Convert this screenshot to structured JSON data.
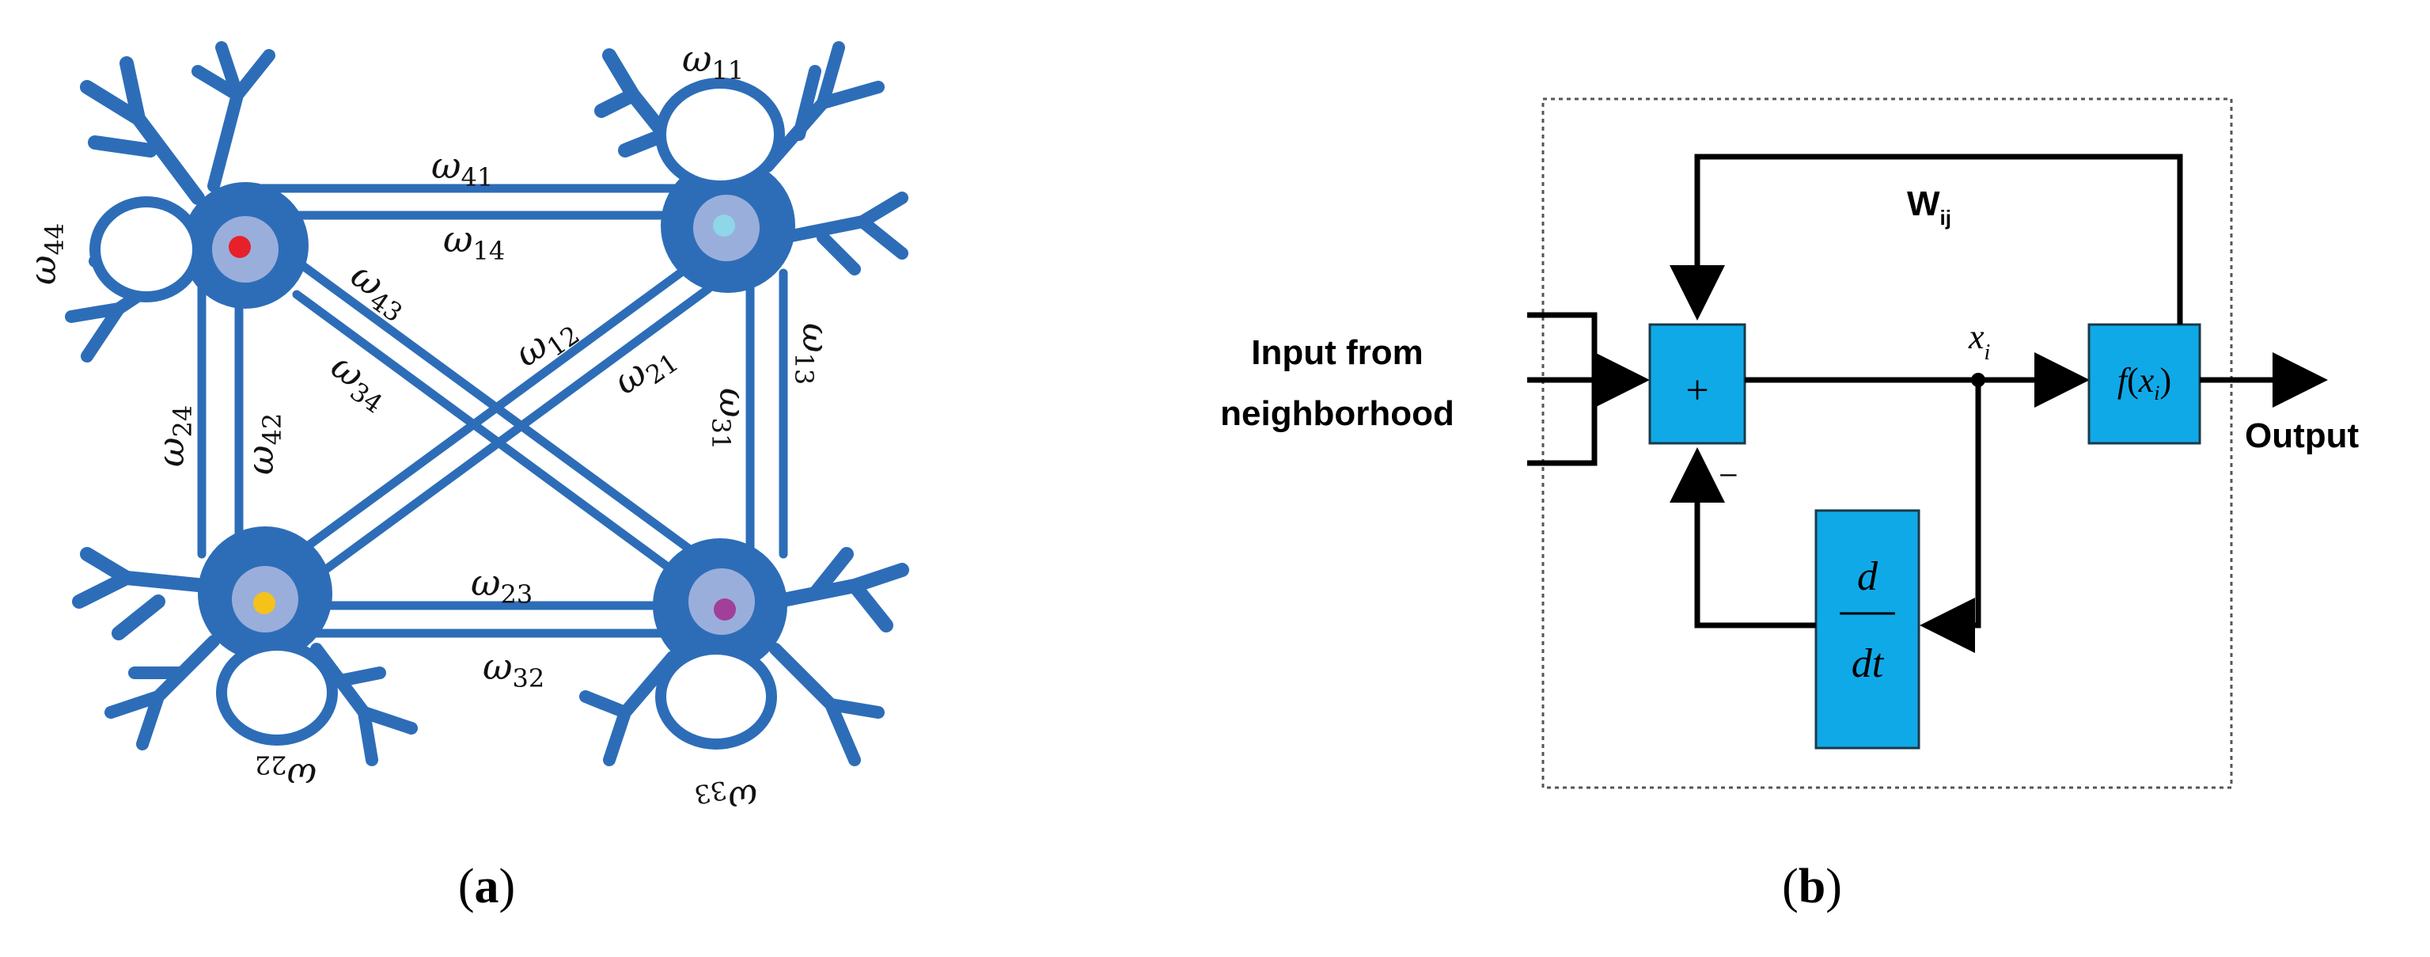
{
  "panel_a": {
    "caption": {
      "open": "(",
      "letter": "a",
      "close": ")"
    },
    "weights": [
      {
        "sym": "ω",
        "sub": "11"
      },
      {
        "sym": "ω",
        "sub": "41"
      },
      {
        "sym": "ω",
        "sub": "14"
      },
      {
        "sym": "ω",
        "sub": "44"
      },
      {
        "sym": "ω",
        "sub": "43"
      },
      {
        "sym": "ω",
        "sub": "12"
      },
      {
        "sym": "ω",
        "sub": "34"
      },
      {
        "sym": "ω",
        "sub": "21"
      },
      {
        "sym": "ω",
        "sub": "13"
      },
      {
        "sym": "ω",
        "sub": "31"
      },
      {
        "sym": "ω",
        "sub": "24"
      },
      {
        "sym": "ω",
        "sub": "42"
      },
      {
        "sym": "ω",
        "sub": "23"
      },
      {
        "sym": "ω",
        "sub": "32"
      },
      {
        "sym": "ω",
        "sub": "22"
      },
      {
        "sym": "ω",
        "sub": "33"
      }
    ],
    "neurons": [
      {
        "nucleus_color": "#e8202a"
      },
      {
        "nucleus_color": "#8fd6e8"
      },
      {
        "nucleus_color": "#f5c21a"
      },
      {
        "nucleus_color": "#a0409a"
      }
    ],
    "colors": {
      "neuron": "#2d6db8",
      "soma": "#9aaedb"
    }
  },
  "panel_b": {
    "caption": {
      "open": "(",
      "letter": "b",
      "close": ")"
    },
    "input_line1": "Input from",
    "input_line2": "neighborhood",
    "output": "Output",
    "weight_main": "W",
    "weight_sub": "ij",
    "sum_symbol": "+",
    "minus_symbol": "−",
    "state_var": "x",
    "state_sub": "i",
    "func": {
      "f": "f",
      "open": "(",
      "x": "x",
      "sub": "i",
      "close": ")"
    },
    "deriv_num": "d",
    "deriv_den": "dt",
    "colors": {
      "block": "#10a9e8"
    }
  }
}
